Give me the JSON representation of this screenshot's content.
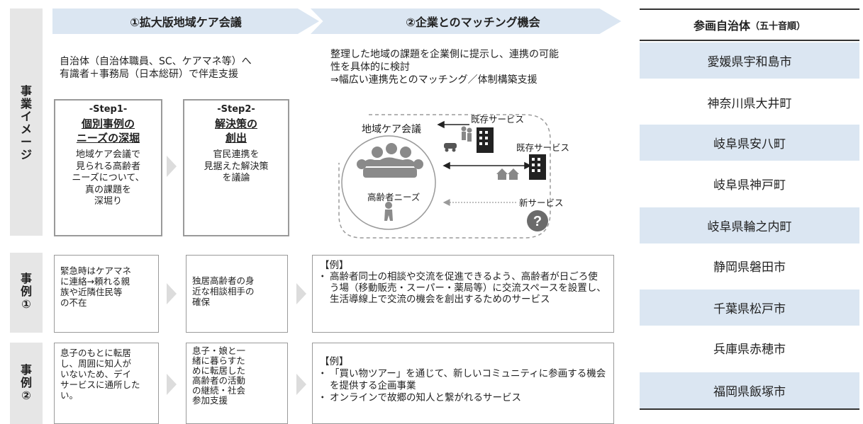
{
  "sidebar": {
    "image_label": "事業イメージ",
    "case1_label": "事例①",
    "case2_label": "事例②"
  },
  "header": {
    "phase1": "①拡大版地域ケア会議",
    "phase2": "②企業とのマッチング機会",
    "municipalities_title": "参画自治体",
    "municipalities_note": "（五十音順）"
  },
  "phase1_desc": {
    "line1": "自治体（自治体職員、SC、ケアマネ等）へ",
    "line2": "有識者＋事務局（日本総研）で伴走支援"
  },
  "phase2_desc": {
    "line1": "整理した地域の課題を企業側に提示し、連携の可能",
    "line2": "性を具体的に検討",
    "line3": "⇒幅広い連携先とのマッチング／体制構築支援"
  },
  "step1": {
    "tag": "-Step1-",
    "heading1": "個別事例の",
    "heading2": "ニーズの深堀",
    "body": [
      "地域ケア会議で",
      "見られる高齢者",
      "ニーズについて、",
      "真の課題を",
      "深堀り"
    ]
  },
  "step2": {
    "tag": "-Step2-",
    "heading1": "解決策の",
    "heading2": "創出",
    "body": [
      "官民連携を",
      "見据えた解決策",
      "を議論"
    ]
  },
  "diagram": {
    "meeting_label": "地域ケア会議",
    "existing1": "既存サービス",
    "existing2": "既存サービス",
    "needs_label": "高齢者ニーズ",
    "new_service": "新サービス"
  },
  "case1": {
    "issue": [
      "緊急時はケアマネ",
      "に連絡→頼れる親",
      "族や近隣住民等",
      "の不在"
    ],
    "solution": [
      "独居高齢者の身",
      "近な相談相手の",
      "確保"
    ],
    "example_tag": "【例】",
    "example_items": [
      "高齢者同士の相談や交流を促進できるよう、高齢者が日ごろ使う場（移動販売・スーパー・薬局等）に交流スペースを設置し、生活導線上で交流の機会を創出するためのサービス"
    ]
  },
  "case2": {
    "issue": [
      "息子のもとに転居",
      "し、周囲に知人が",
      "いないため、デイ",
      "サービスに通所した",
      "い。"
    ],
    "solution": [
      "息子・娘と一",
      "緒に暮らすた",
      "めに転居した",
      "高齢者の活動",
      "の継続・社会",
      "参加支援"
    ],
    "example_tag": "【例】",
    "example_items": [
      "「買い物ツアー」を通じて、新しいコミュニティに参画する機会を提供する企画事業",
      "オンラインで故郷の知人と繋がれるサービス"
    ]
  },
  "municipalities": [
    "愛媛県宇和島市",
    "神奈川県大井町",
    "岐阜県安八町",
    "岐阜県神戸町",
    "岐阜県輪之内町",
    "静岡県磐田市",
    "千葉県松戸市",
    "兵庫県赤穂市",
    "福岡県飯塚市"
  ],
  "colors": {
    "header_blue": "#dbe6f2",
    "sidebar_gray": "#e6e6e6",
    "arrow_gray": "#dcdcdc"
  }
}
